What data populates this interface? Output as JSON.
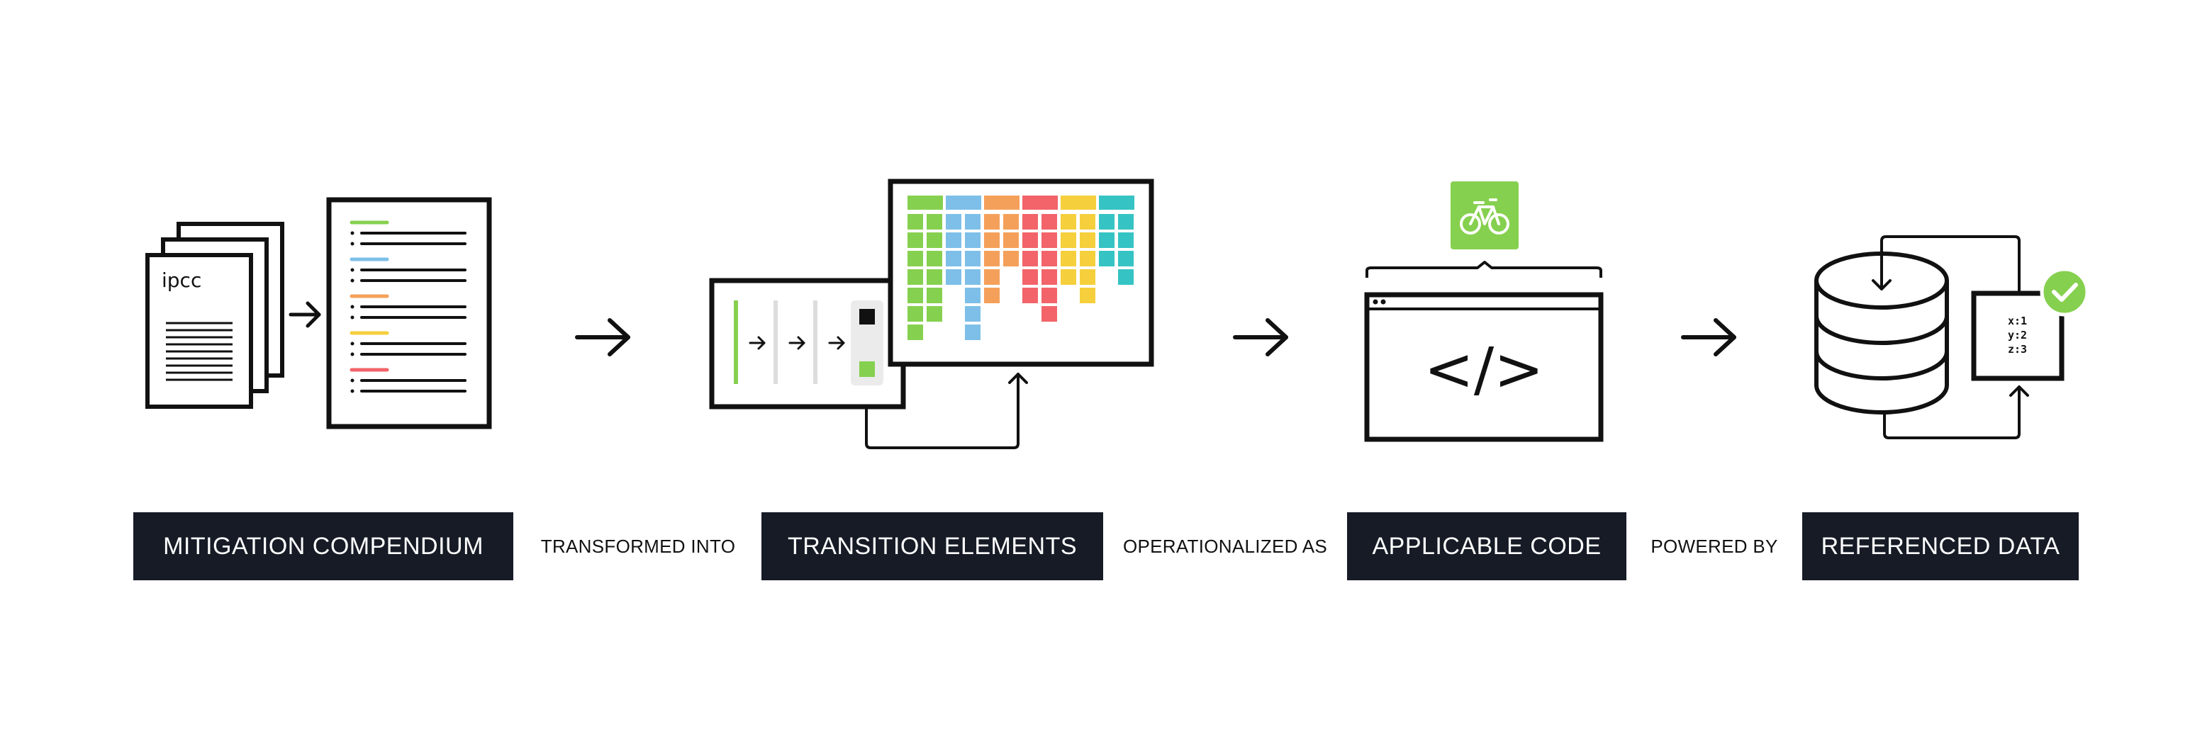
{
  "stages": [
    {
      "id": "mitigation",
      "label": "MITIGATION COMPENDIUM"
    },
    {
      "id": "transition",
      "label": "TRANSITION ELEMENTS"
    },
    {
      "id": "code",
      "label": "APPLICABLE CODE"
    },
    {
      "id": "data",
      "label": "REFERENCED DATA"
    }
  ],
  "connectors": [
    "TRANSFORMED INTO",
    "OPERATIONALIZED AS",
    "POWERED BY"
  ],
  "doc_logo_text": "ipcc",
  "code_symbol": "</>",
  "data_values": [
    "x:1",
    "y:2",
    "z:3"
  ],
  "icons": {
    "documents": "document-stack-icon",
    "outline": "outline-document-icon",
    "grid": "transition-grid-icon",
    "bike": "bicycle-icon",
    "browser": "code-window-icon",
    "database": "database-icon",
    "check": "checkmark-icon"
  },
  "colors": {
    "ink": "#111111",
    "label_bg": "#161b26",
    "green": "#86d04f",
    "blue": "#7dbfe8",
    "orange": "#f5a05a",
    "red": "#f2646a",
    "yellow": "#f5cf3c",
    "teal": "#36c3c3"
  }
}
